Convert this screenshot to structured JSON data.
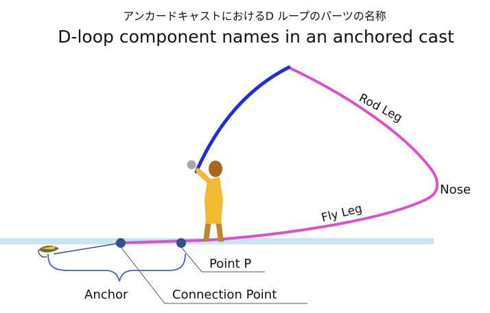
{
  "title_jp": "アンカードキャストにおけるD ループのパーツの名称",
  "title_en": "D-loop component names in an anchored cast",
  "labels": {
    "rod_leg": "Rod Leg",
    "nose": "Nose",
    "fly_leg": "Fly Leg",
    "point_p": "Point P",
    "anchor": "Anchor",
    "connection_point": "Connection Point"
  },
  "colors": {
    "rod": "#1f2fd6",
    "line": "#d94fd0",
    "water": "#c8e6f0",
    "bracket": "#3f63b5",
    "dot": "#2f4f8f",
    "person_body": "#f2b935",
    "person_head": "#a9651e",
    "rod_tip_ball": "#a8a8a8",
    "leader": "#2f4aa8"
  },
  "icons": {
    "fly": "fly-icon",
    "angler": "angler-figure"
  }
}
